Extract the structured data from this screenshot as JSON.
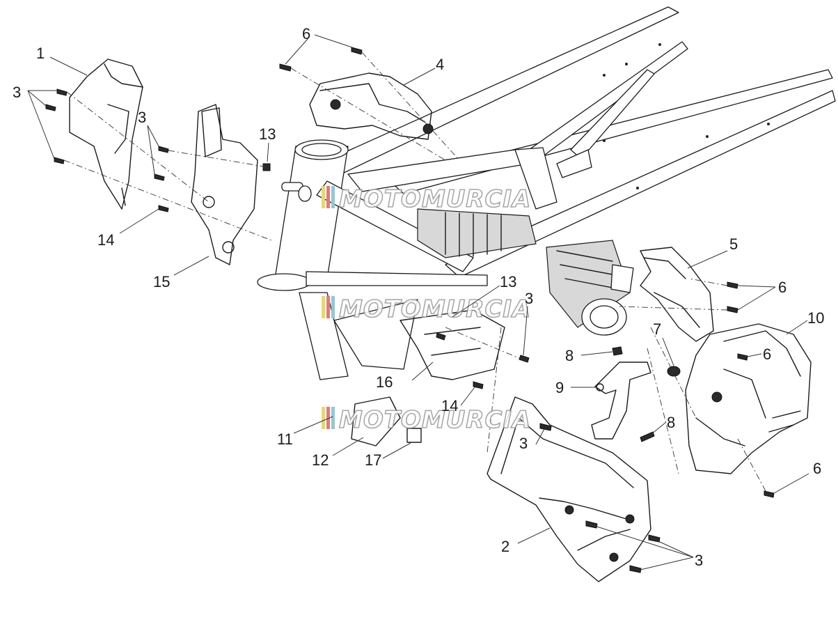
{
  "watermark": {
    "text": "MOTOMURCIA",
    "colors": [
      "#e8d86a",
      "#e07a7a",
      "#8fc9d6"
    ]
  },
  "callouts": {
    "c1": "1",
    "c2": "2",
    "c3a": "3",
    "c3b": "3",
    "c3c": "3",
    "c3d": "3",
    "c3e": "3",
    "c4": "4",
    "c5": "5",
    "c6a": "6",
    "c6b": "6",
    "c6c": "6",
    "c6d": "6",
    "c7": "7",
    "c8a": "8",
    "c8b": "8",
    "c9": "9",
    "c10": "10",
    "c11": "11",
    "c12": "12",
    "c13a": "13",
    "c13b": "13",
    "c14a": "14",
    "c14b": "14",
    "c15": "15",
    "c16": "16",
    "c17": "17"
  }
}
